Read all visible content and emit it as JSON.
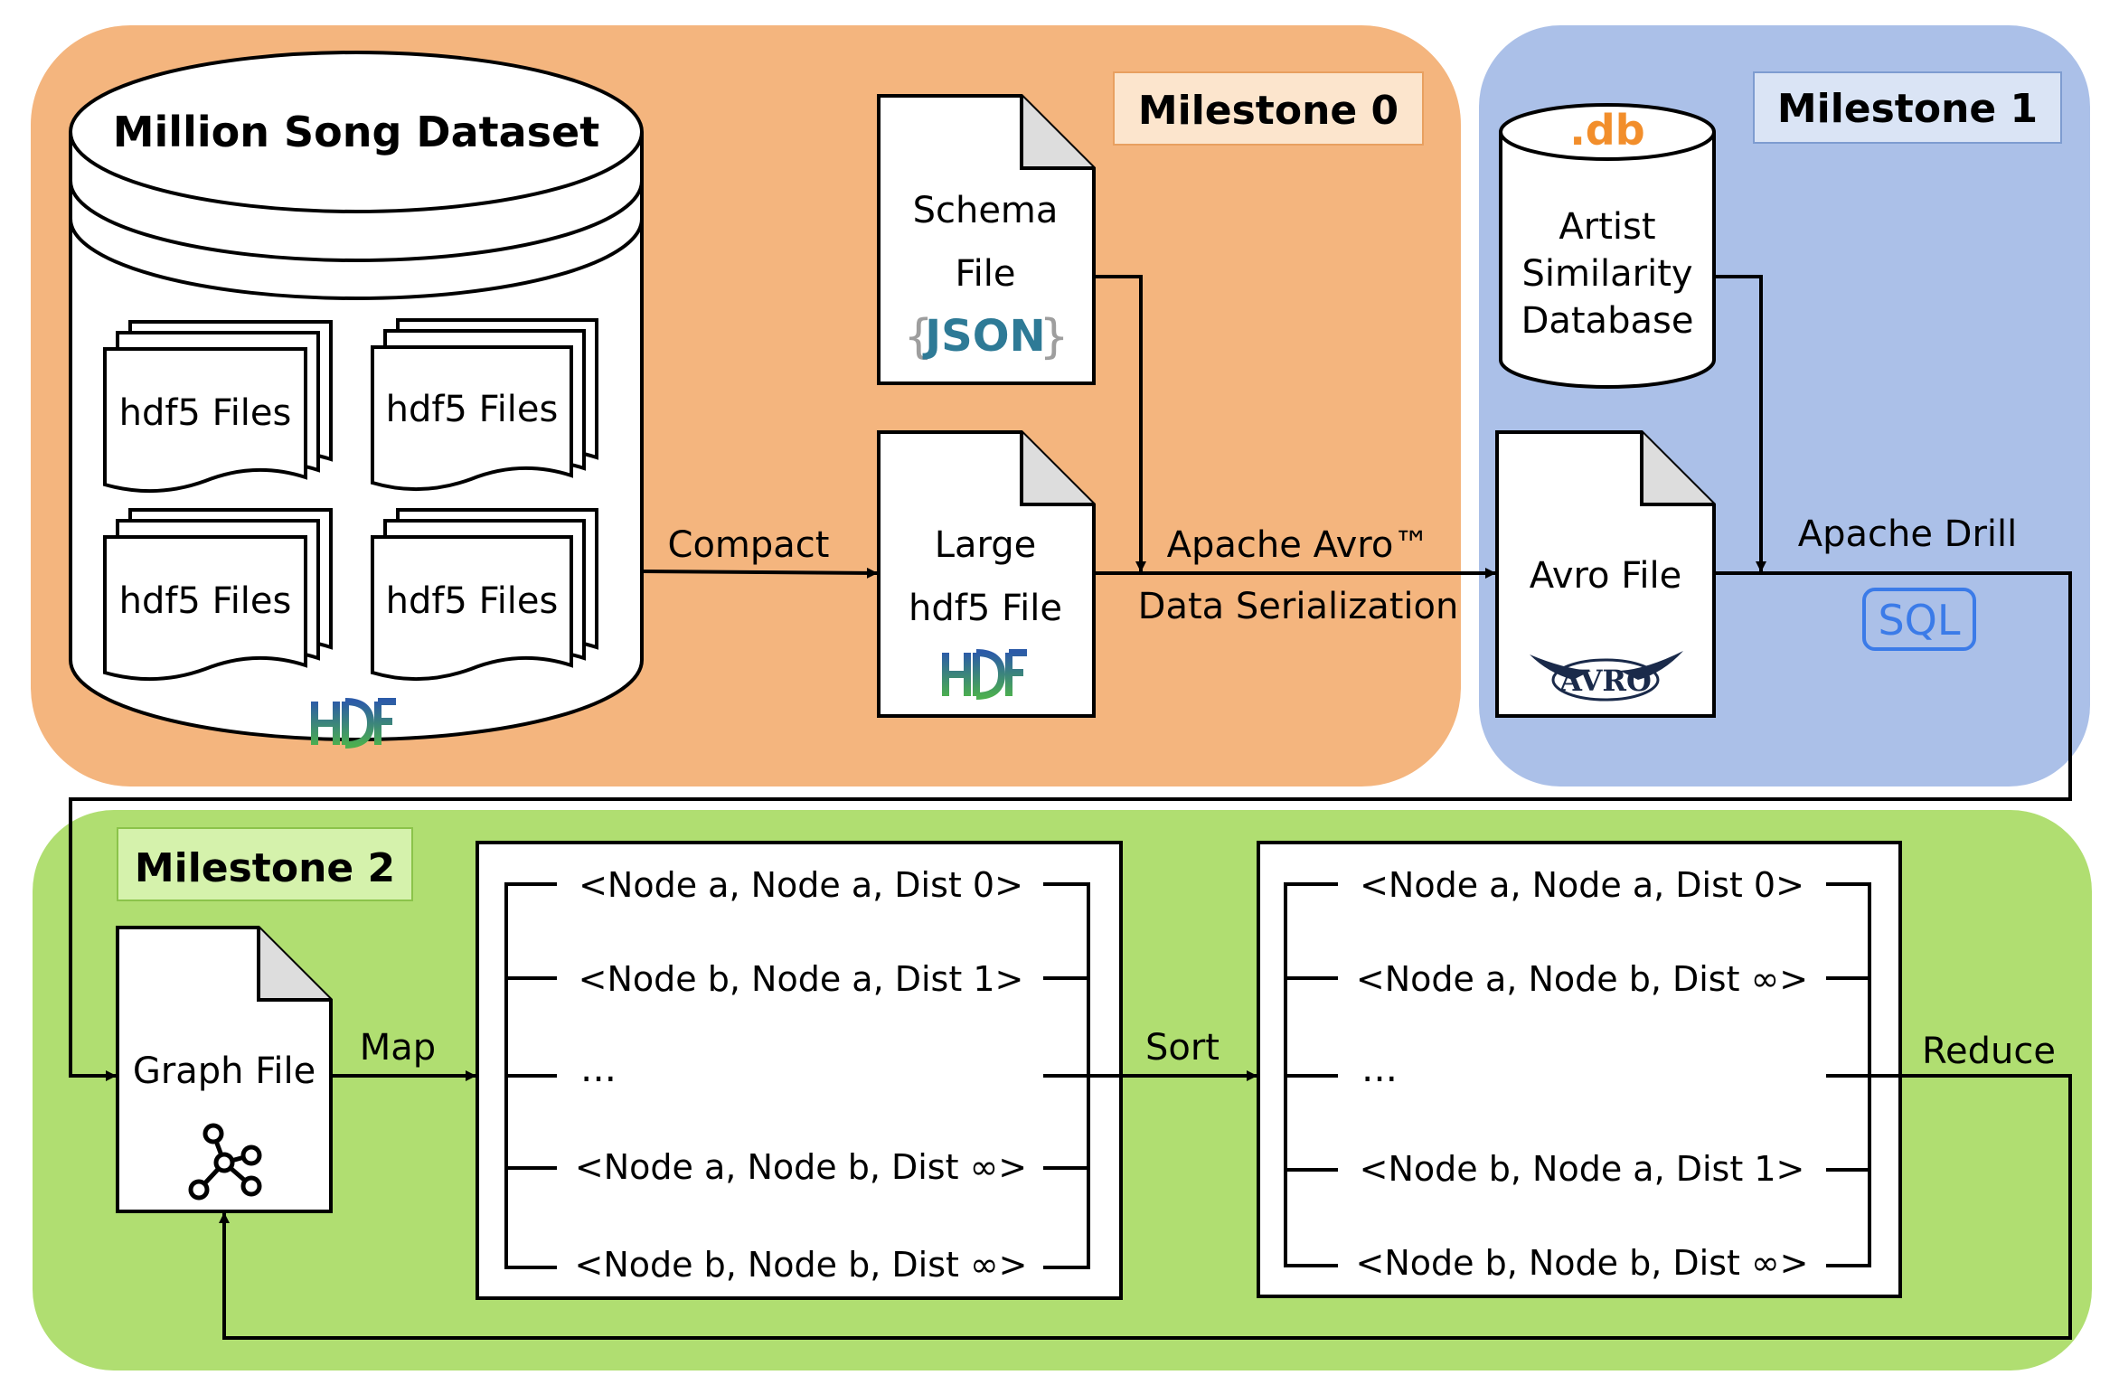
{
  "milestones": {
    "m0": "Milestone 0",
    "m1": "Milestone 1",
    "m2": "Milestone 2"
  },
  "dataset": {
    "title": "Million Song Dataset",
    "files": [
      "hdf5 Files",
      "hdf5 Files",
      "hdf5 Files",
      "hdf5 Files"
    ],
    "logo": "HDF"
  },
  "schema_file": {
    "line1": "Schema",
    "line2": "File",
    "json_open": "{",
    "json_text": "JSON",
    "json_close": "}"
  },
  "large_file": {
    "line1": "Large",
    "line2": "hdf5 File",
    "logo": "HDF"
  },
  "edges": {
    "compact": "Compact",
    "avro_line1": "Apache Avro™",
    "avro_line2": "Data Serialization",
    "drill": "Apache Drill",
    "map": "Map",
    "sort": "Sort",
    "reduce": "Reduce"
  },
  "db": {
    "ext": ".db",
    "line1": "Artist",
    "line2": "Similarity",
    "line3": "Database"
  },
  "avro_file": {
    "label": "Avro File",
    "logo": "AVRO"
  },
  "sql_badge": "SQL",
  "graph_file": {
    "label": "Graph File"
  },
  "map_output": [
    "<Node a, Node a, Dist 0>",
    "<Node b, Node a, Dist 1>",
    "...",
    "<Node a, Node b, Dist ∞>",
    "<Node b, Node b, Dist ∞>"
  ],
  "sort_output": [
    "<Node a, Node a, Dist 0>",
    "<Node a, Node b, Dist ∞>",
    "...",
    "<Node b, Node a, Dist 1>",
    "<Node b, Node b, Dist ∞>"
  ],
  "colors": {
    "m0_region": "#F4B57E",
    "m1_region": "#ABC0E8",
    "m2_region": "#B0DE71",
    "m0_badge_bg": "#FCE5CD",
    "m1_badge_bg": "#DAE4F5",
    "m2_badge_bg": "#D5F2AC",
    "db_orange": "#F28E2B",
    "json_blue": "#2E7A96",
    "sql_blue": "#3B7BE8",
    "hdf_green": "#4BAE4F",
    "hdf_blue": "#2C5BA8"
  }
}
